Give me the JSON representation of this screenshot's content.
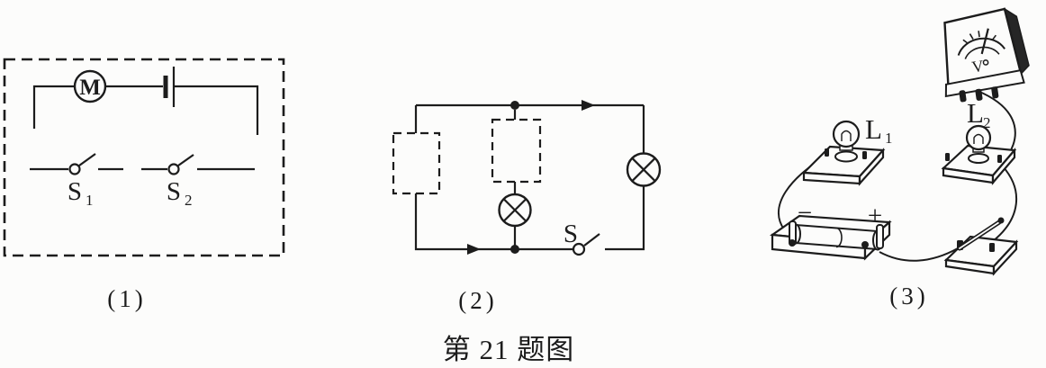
{
  "colors": {
    "ink": "#1c1c1c",
    "paper": "#fcfcfb"
  },
  "caption": "第 21 题图",
  "panel1": {
    "label": "(1)",
    "motor_label": "M",
    "switch1_label": "S",
    "switch1_sub": "1",
    "switch2_label": "S",
    "switch2_sub": "2"
  },
  "panel2": {
    "label": "(2)",
    "switch_label": "S"
  },
  "panel3": {
    "label": "(3)",
    "voltmeter_label": "V",
    "lamp1_label": "L",
    "lamp1_sub": "1",
    "lamp2_label": "L",
    "lamp2_sub": "2",
    "minus_label": "−",
    "plus_label": "+"
  }
}
